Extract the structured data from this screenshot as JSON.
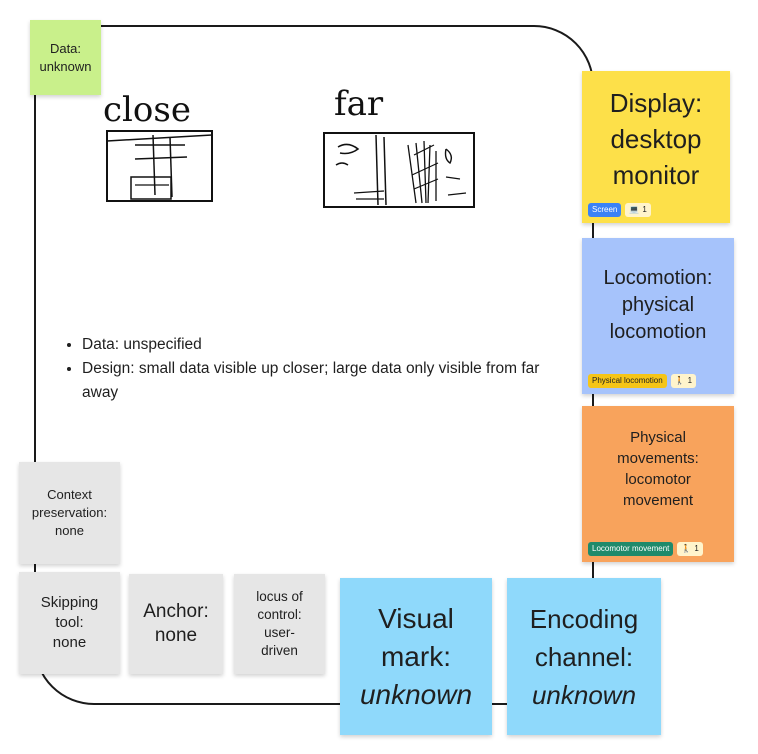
{
  "notes": {
    "data": "Data:\nunknown",
    "display": "Display:\ndesktop\nmonitor",
    "display_tag": "Screen",
    "display_count": "1",
    "locomotion": "Locomotion:\nphysical\nlocomotion",
    "locomotion_tag": "Physical locomotion",
    "locomotion_count": "1",
    "physical": "Physical\nmovements:\nlocomotor\nmovement",
    "physical_tag": "Locomotor movement",
    "physical_count": "1",
    "context": "Context\npreservation:\nnone",
    "skipping": "Skipping\ntool:\nnone",
    "anchor": "Anchor:\nnone",
    "locus": "locus of\ncontrol:\nuser-\ndriven",
    "visual_mark_label": "Visual\nmark:",
    "visual_mark_value": "unknown",
    "encoding_label": "Encoding\nchannel:",
    "encoding_value": "unknown"
  },
  "sketch": {
    "close_label": "close",
    "far_label": "far"
  },
  "bullets": [
    "Data: unspecified",
    "Design: small data visible up closer; large data only visible from far away"
  ],
  "colors": {
    "green": "#c9f08b",
    "yellow": "#fde049",
    "blue": "#a6c3fb",
    "orange": "#f8a35c",
    "cyan": "#8fd9fb",
    "gray": "#e6e6e6"
  }
}
